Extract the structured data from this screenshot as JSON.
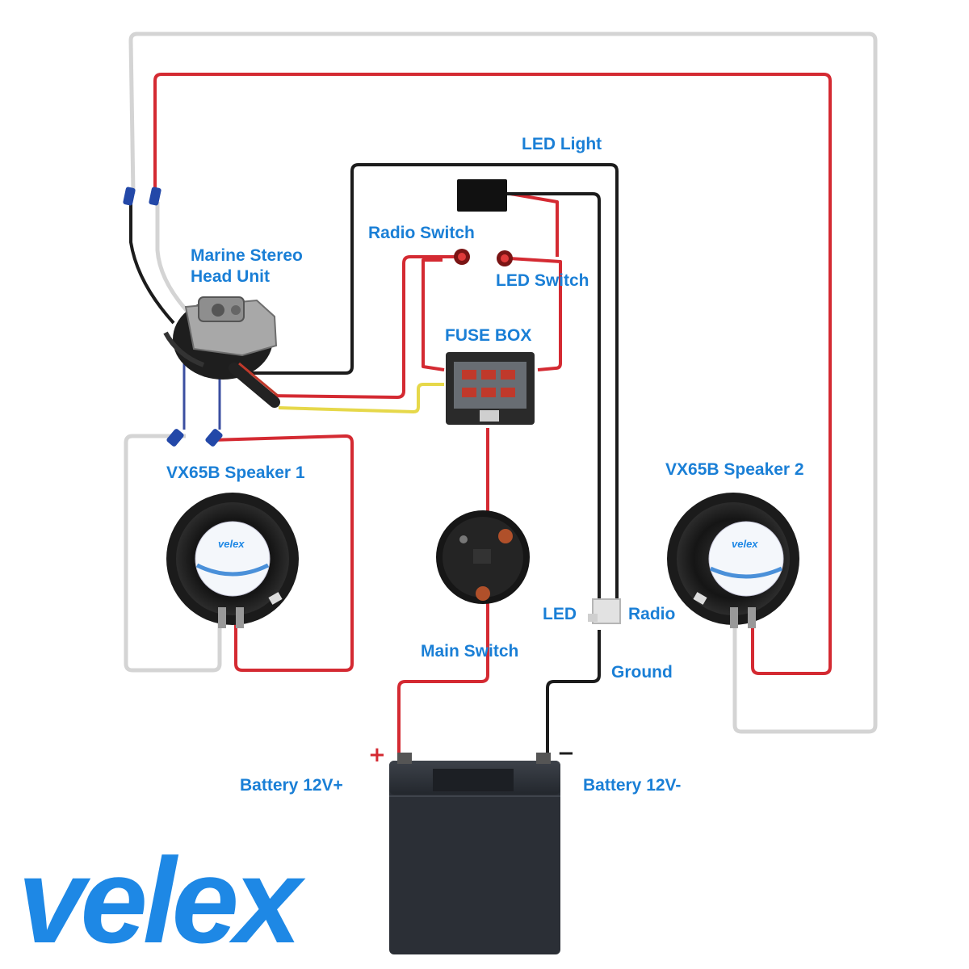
{
  "labels": {
    "led_light": "LED Light",
    "radio_switch": "Radio Switch",
    "led_switch": "LED Switch",
    "head_unit_line1": "Marine Stereo",
    "head_unit_line2": "Head Unit",
    "fuse_box": "FUSE BOX",
    "speaker1": "VX65B Speaker 1",
    "speaker2": "VX65B Speaker 2",
    "led": "LED",
    "radio": "Radio",
    "ground": "Ground",
    "main_switch": "Main Switch",
    "battery_pos": "Battery 12V+",
    "battery_neg": "Battery 12V-",
    "plus_sign": "+",
    "minus_sign": "−"
  },
  "speaker_brand": "velex",
  "brand": "velex",
  "colors": {
    "label_blue": "#1a7fd6",
    "logo_blue": "#1e88e5",
    "wire_red": "#d42a32",
    "wire_black": "#1c1c1c",
    "wire_yellow": "#e6d84a",
    "wire_white_outline": "#d7d7d7",
    "battery_body": "#2b2f36"
  }
}
